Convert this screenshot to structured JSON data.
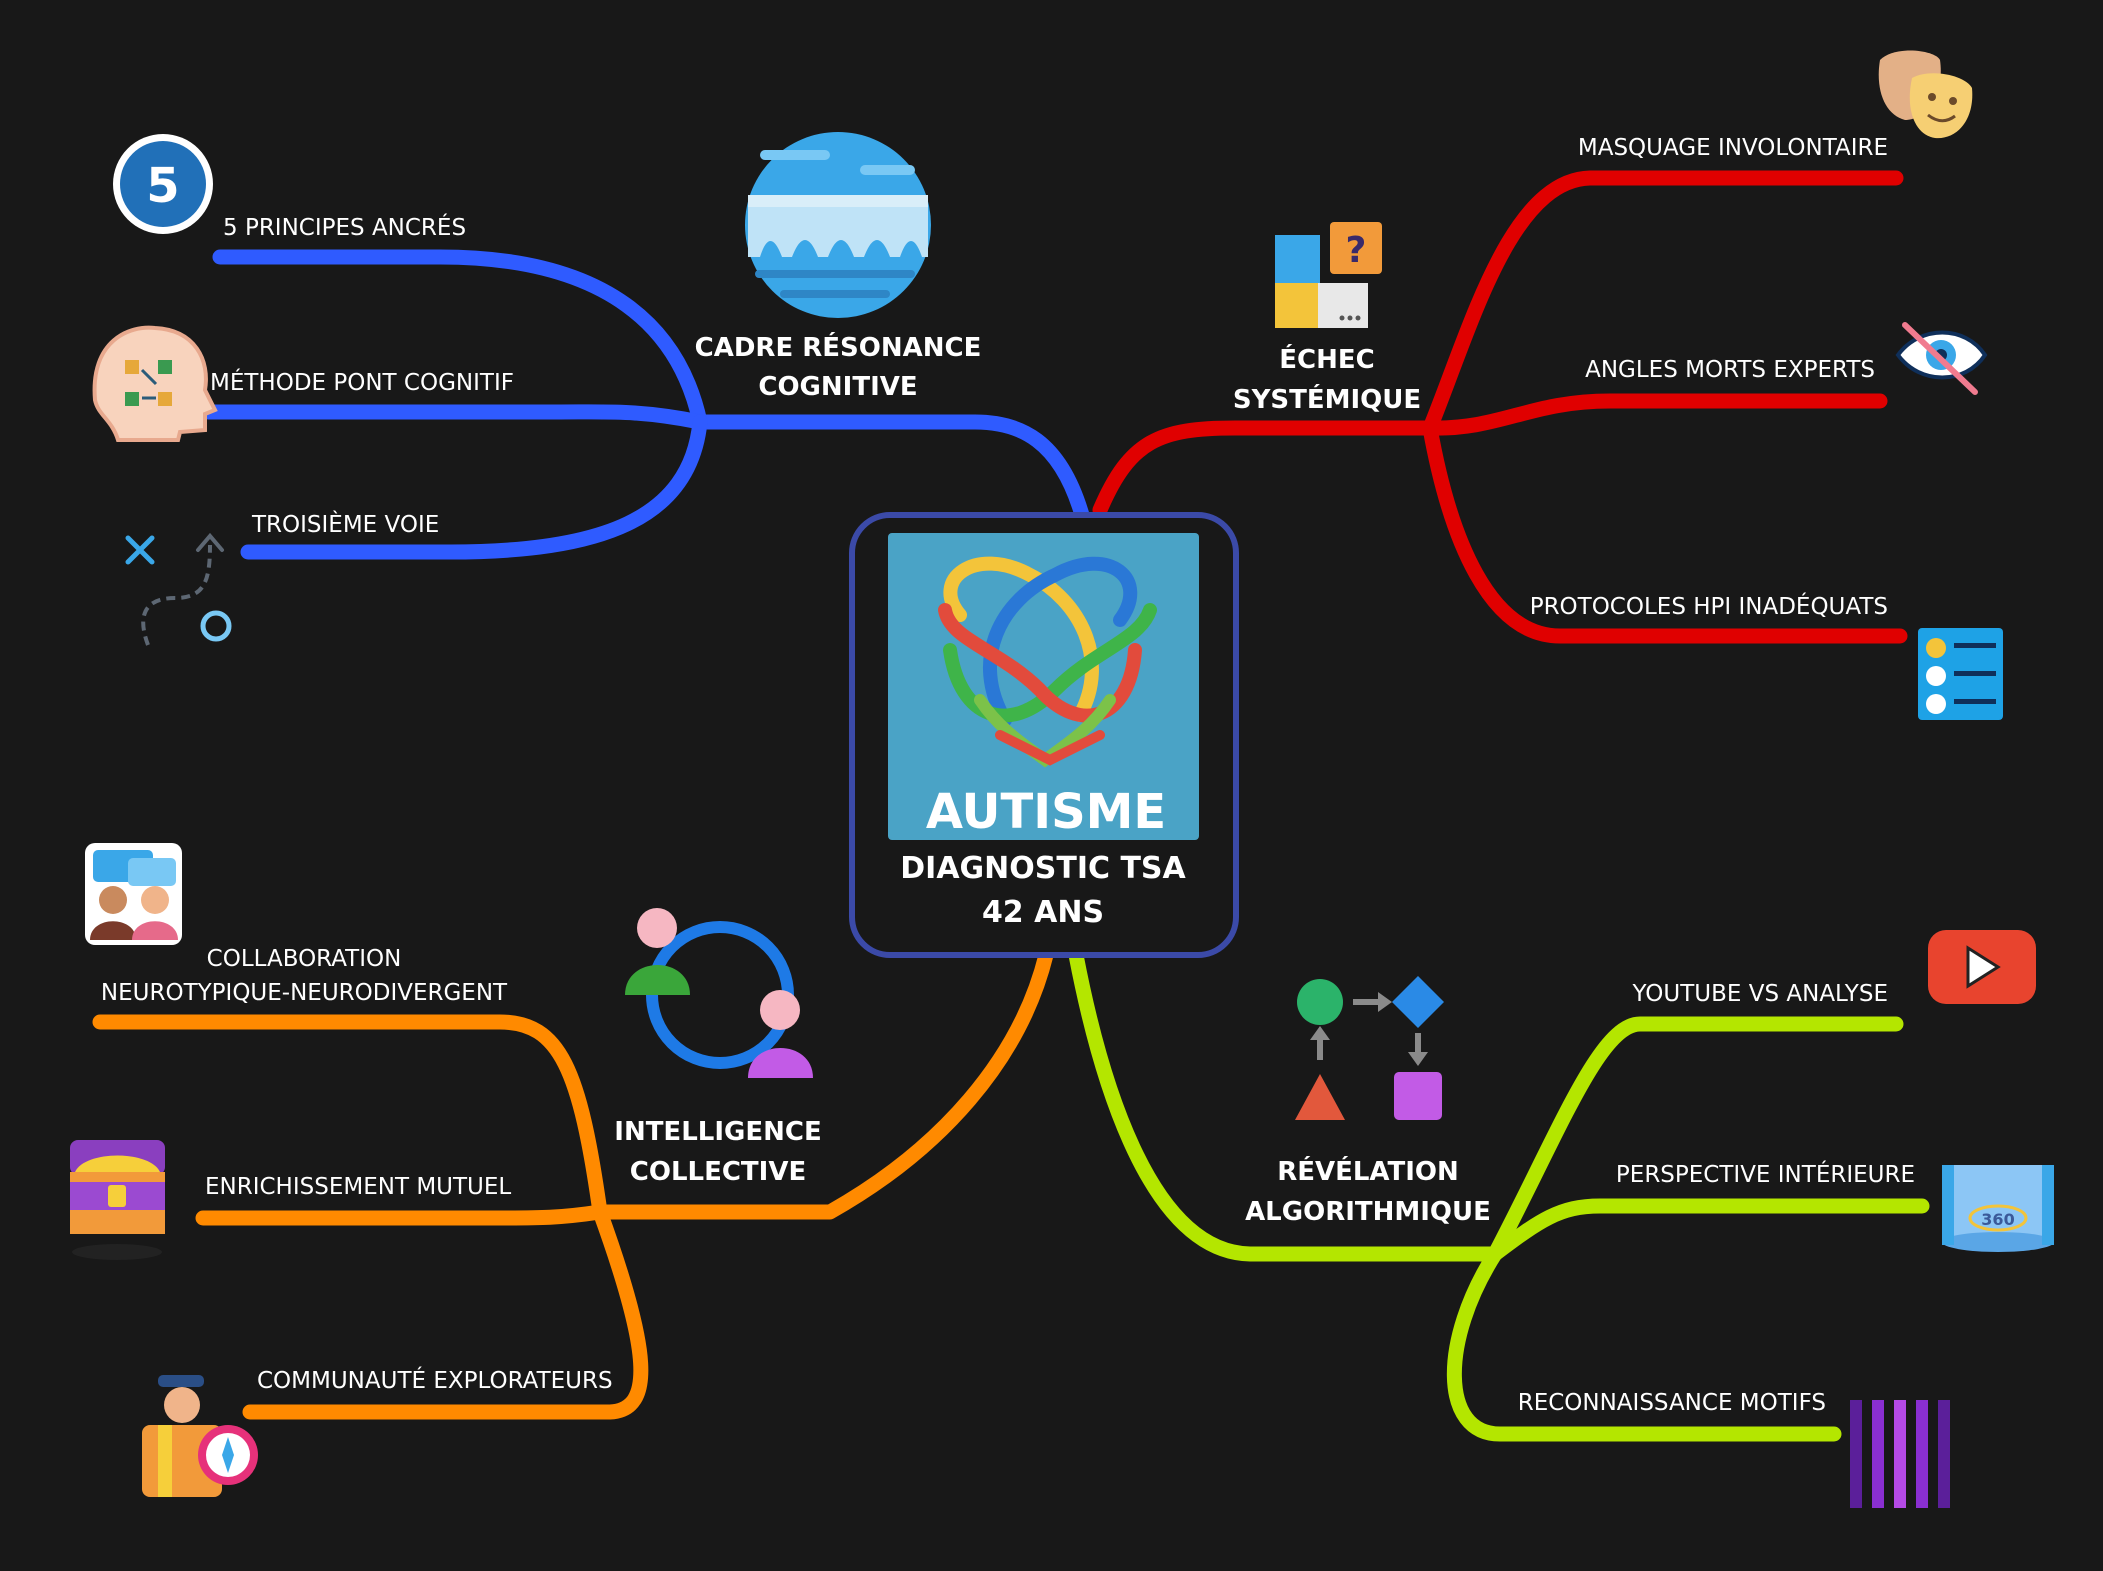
{
  "center": {
    "title": "AUTISME",
    "subtitle_line1": "DIAGNOSTIC TSA",
    "subtitle_line2": "42 ANS",
    "border_color": "#3b4aa8",
    "tile_color": "#4aa3c6"
  },
  "branches": {
    "cadre": {
      "title_line1": "CADRE RÉSONANCE",
      "title_line2": "COGNITIVE",
      "color": "#2f5bff",
      "icon": "bridge-icon",
      "leaves": [
        {
          "label": "5 PRINCIPES ANCRÉS",
          "icon": "number-five-icon",
          "icon_text": "5"
        },
        {
          "label": "MÉTHODE PONT COGNITIF",
          "icon": "head-process-icon"
        },
        {
          "label": "TROISIÈME VOIE",
          "icon": "strategy-path-icon"
        }
      ]
    },
    "echec": {
      "title_line1": "ÉCHEC",
      "title_line2": "SYSTÉMIQUE",
      "color": "#e00000",
      "icon": "puzzle-question-icon",
      "leaves": [
        {
          "label": "MASQUAGE INVOLONTAIRE",
          "icon": "theater-masks-icon"
        },
        {
          "label": "ANGLES MORTS EXPERTS",
          "icon": "blind-eye-icon"
        },
        {
          "label": "PROTOCOLES HPI INADÉQUATS",
          "icon": "checklist-icon"
        }
      ]
    },
    "intelligence": {
      "title_line1": "INTELLIGENCE",
      "title_line2": "COLLECTIVE",
      "color": "#ff8a00",
      "icon": "people-cycle-icon",
      "leaves": [
        {
          "label_line1": "COLLABORATION",
          "label_line2": "NEUROTYPIQUE-NEURODIVERGENT",
          "icon": "people-chat-icon"
        },
        {
          "label": "ENRICHISSEMENT MUTUEL",
          "icon": "treasure-chest-icon"
        },
        {
          "label": "COMMUNAUTÉ EXPLORATEURS",
          "icon": "explorer-compass-icon"
        }
      ]
    },
    "revelation": {
      "title_line1": "RÉVÉLATION",
      "title_line2": "ALGORITHMIQUE",
      "color": "#b4e600",
      "icon": "algorithm-flow-icon",
      "leaves": [
        {
          "label": "YOUTUBE VS ANALYSE",
          "icon": "youtube-play-icon"
        },
        {
          "label": "PERSPECTIVE INTÉRIEURE",
          "icon": "view-360-icon",
          "icon_text": "360"
        },
        {
          "label": "RECONNAISSANCE MOTIFS",
          "icon": "barcode-stripes-icon"
        }
      ]
    }
  }
}
